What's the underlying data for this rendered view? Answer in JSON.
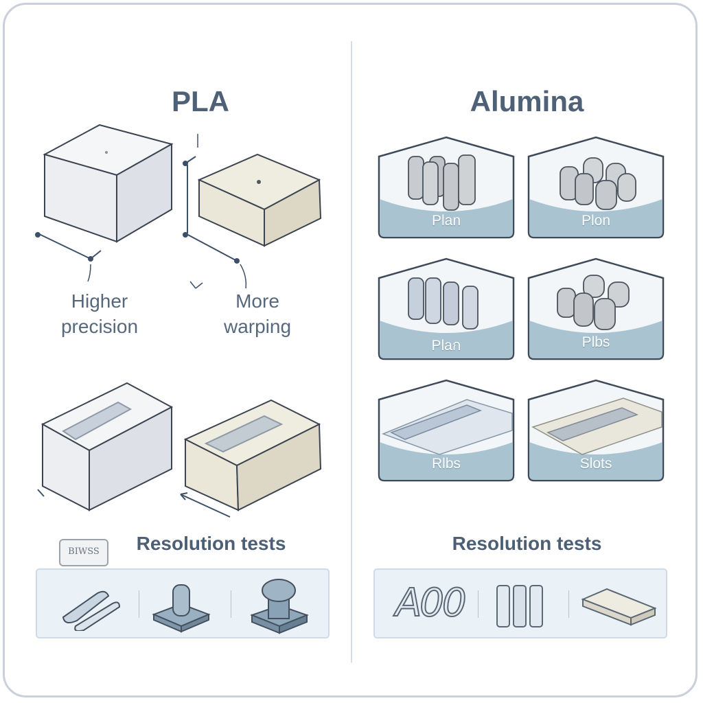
{
  "pla": {
    "title": "PLA",
    "caption_left": [
      "Higher",
      "precision"
    ],
    "caption_right": [
      "More",
      "warping"
    ],
    "tag_text": "BIWSS",
    "resolution_title": "Resolution tests"
  },
  "alumina": {
    "title": "Alumina",
    "tiles": [
      {
        "label": "Plan"
      },
      {
        "label": "Plon"
      },
      {
        "label": "Plaก"
      },
      {
        "label": "Plbs"
      },
      {
        "label": "Rlbs"
      },
      {
        "label": "Slots"
      }
    ],
    "resolution_title": "Resolution tests",
    "strip_text": "A00"
  },
  "colors": {
    "heading": "#4f6177",
    "tile_band": "#a9c3d0",
    "strip_bg": "#eaf1f7",
    "divider": "#d7dde6"
  }
}
